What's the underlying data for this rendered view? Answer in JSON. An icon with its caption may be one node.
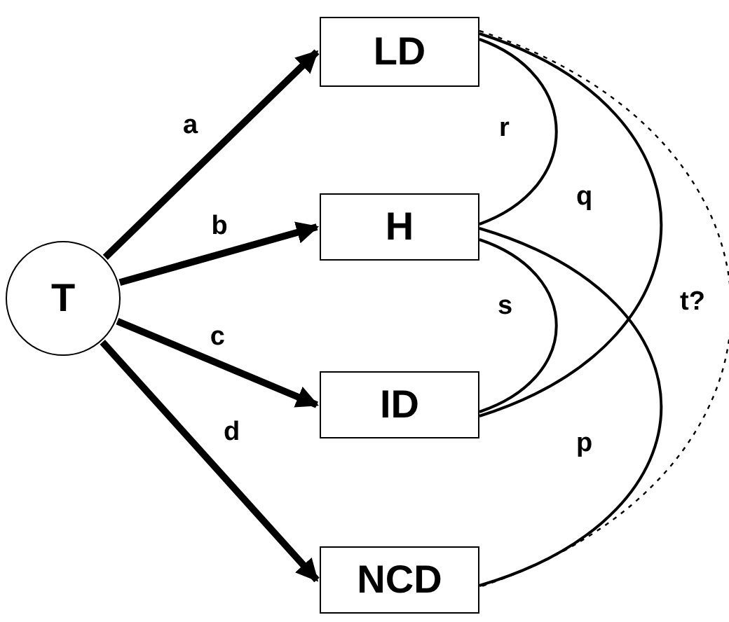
{
  "diagram": {
    "nodes": [
      {
        "text": [
          "T"
        ]
      },
      {
        "text": [
          "LD"
        ]
      },
      {
        "text": [
          "H"
        ]
      },
      {
        "text": [
          "ID"
        ]
      },
      {
        "text": [
          "NCD"
        ]
      }
    ],
    "edges": [
      {
        "from": 0,
        "to": 1,
        "arrow": "to",
        "label": "a",
        "style": "thick"
      },
      {
        "from": 0,
        "to": 2,
        "arrow": "to",
        "label": "b",
        "style": "thick"
      },
      {
        "from": 0,
        "to": 3,
        "arrow": "to",
        "label": "c",
        "style": "thick"
      },
      {
        "from": 0,
        "to": 4,
        "arrow": "to",
        "label": "d",
        "style": "thick"
      },
      {
        "from": 1,
        "to": 2,
        "arrow": "none",
        "label": "r"
      },
      {
        "from": 1,
        "to": 3,
        "arrow": "none",
        "label": "q"
      },
      {
        "from": 2,
        "to": 3,
        "arrow": "none",
        "label": "s"
      },
      {
        "from": 2,
        "to": 4,
        "arrow": "none",
        "label": "p"
      },
      {
        "from": 1,
        "to": 4,
        "arrow": "none",
        "label": "t?",
        "style": "dashed"
      }
    ]
  }
}
